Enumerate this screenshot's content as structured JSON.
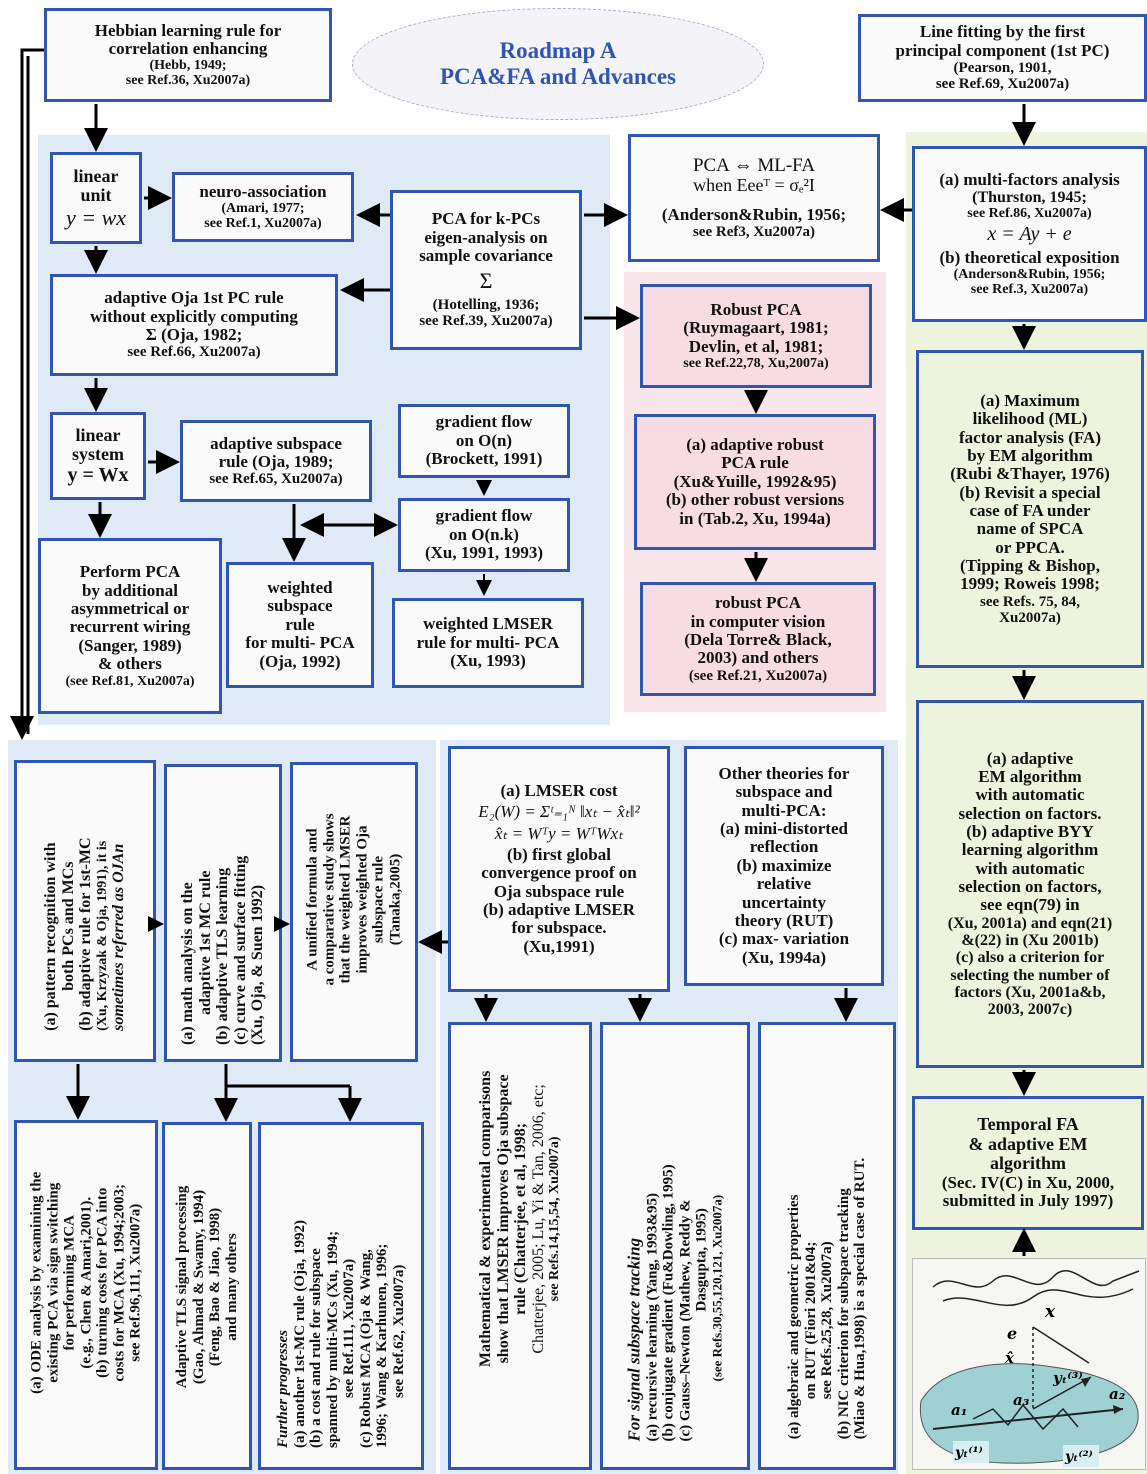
{
  "title": {
    "line1": "Roadmap A",
    "line2": "PCA&FA and Advances"
  },
  "top_left": [
    "Hebbian learning  rule for",
    "correlation enhancing",
    "(Hebb, 1949;",
    "see Ref.36, Xu2007a)"
  ],
  "top_right": [
    "Line fitting by the first",
    "principal component (1st PC)",
    "(Pearson, 1901,",
    "see Ref.69, Xu2007a)"
  ],
  "linear_unit": [
    "linear",
    "unit",
    "y = wx"
  ],
  "neuro_association": [
    "neuro-association",
    "(Amari, 1977;",
    "see Ref.1, Xu2007a)"
  ],
  "pca_kpcs": [
    "PCA for k-PCs",
    "eigen-analysis on",
    "sample covariance",
    "Σ",
    "(Hotelling, 1936;",
    "see Ref.39, Xu2007a)"
  ],
  "pca_mlfa": [
    "PCA ⇔   ML-FA",
    "when  Eeeᵀ = σₑ²I",
    "(Anderson&Rubin, 1956;",
    "see Ref3, Xu2007a)"
  ],
  "multi_factors": [
    "(a) multi-factors analysis",
    "(Thurston, 1945;",
    "see Ref.86, Xu2007a)",
    "x = Ay + e",
    "(b) theoretical exposition",
    "(Anderson&Rubin, 1956;",
    "see Ref.3, Xu2007a)"
  ],
  "oja_rule": [
    "adaptive Oja 1st PC rule",
    "without explicitly computing",
    "Σ        (Oja, 1982;",
    "see Ref.66, Xu2007a)"
  ],
  "robust_pca": [
    "Robust PCA",
    "(Ruymagaart, 1981;",
    "Devlin, et al, 1981;",
    "see Ref.22,78, Xu,2007a)"
  ],
  "ml_fa": [
    "(a) Maximum",
    "likelihood (ML)",
    "factor analysis (FA)",
    "by EM algorithm",
    "(Rubi &Thayer, 1976)",
    "(b) Revisit a special",
    "case of  FA under",
    "name of SPCA",
    "or PPCA.",
    "(Tipping & Bishop,",
    "1999; Roweis 1998;",
    "see Refs. 75, 84,",
    "Xu2007a)"
  ],
  "linear_system": [
    "linear",
    "system",
    "y = Wx"
  ],
  "adaptive_subspace": [
    "adaptive subspace",
    "rule (Oja, 1989;",
    "see Ref.65, Xu2007a)"
  ],
  "gradient_on": [
    "gradient flow",
    "on O(n)",
    "(Brockett, 1991)"
  ],
  "gradient_onk": [
    "gradient flow",
    "on O(n.k)",
    "(Xu, 1991, 1993)"
  ],
  "adaptive_robust": [
    "(a) adaptive robust",
    "PCA rule",
    "(Xu&Yuille, 1992&95)",
    "(b) other robust  versions",
    "in (Tab.2, Xu, 1994a)"
  ],
  "perform_pca": [
    "Perform PCA",
    "by additional",
    "asymmetrical or",
    "recurrent wiring",
    "(Sanger, 1989)",
    "& others",
    "(see Ref.81, Xu2007a)"
  ],
  "weighted_subspace": [
    "weighted",
    "subspace",
    "rule",
    "for multi- PCA",
    "(Oja, 1992)"
  ],
  "weighted_lmser": [
    "weighted LMSER",
    "rule for multi- PCA",
    "(Xu, 1993)"
  ],
  "robust_cv": [
    "robust PCA",
    "in computer vision",
    "(Dela Torre& Black,",
    "2003) and others",
    "(see Ref.21, Xu2007a)"
  ],
  "adaptive_em": [
    "(a) adaptive",
    "EM algorithm",
    "with automatic",
    "selection on factors.",
    "(b) adaptive BYY",
    "learning algorithm",
    "with automatic",
    "selection on factors,",
    "see eqn(79) in",
    "(Xu, 2001a) and eqn(21)",
    "&(22) in (Xu 2001b)",
    "(c) also a criterion for",
    "selecting the number of",
    "factors (Xu, 2001a&b,",
    "2003, 2007c)"
  ],
  "temporal_fa": [
    "Temporal FA",
    "& adaptive EM",
    "algorithm",
    "(Sec. IV(C) in Xu, 2000,",
    "submitted in July 1997)"
  ],
  "lmser_cost": [
    "(a)       LMSER cost",
    "E₂(W) = Σᵗ₌₁ᴺ ‖xₜ − x̂ₜ‖²",
    "x̂ₜ = Wᵀy = WᵀWxₜ",
    "(b) first global",
    "convergence proof on",
    "Oja subspace rule",
    "(b) adaptive LMSER",
    "for subspace.",
    "(Xu,1991)"
  ],
  "other_theories": [
    "Other theories for",
    "subspace and",
    "multi-PCA:",
    "(a) mini-distorted",
    "reflection",
    "(b) maximize",
    "relative",
    "uncertainty",
    "theory (RUT)",
    "(c) max- variation",
    "(Xu, 1994a)"
  ],
  "v_pattern": [
    "(a)  pattern recognition with",
    "both PCs and MCs",
    "(b)  adaptive rule for 1st-MC",
    "(Xu, Krzyzak & Oja, 1991), it is",
    "sometimes referred as OJAn"
  ],
  "v_math": [
    "(a)   math analysis on the",
    "adaptive 1st MC rule",
    "(b) adaptive TLS learning",
    "(c) curve and surface fitting",
    "(Xu, Oja, & Suen 1992)"
  ],
  "v_unified": [
    "A unified formula and",
    "a comparative study shows",
    "that the weighted LMSER",
    "improves weighted Oja",
    "subspace rule",
    "(Tanaka,2005)"
  ],
  "v_ode": [
    "(a) ODE analysis by examining the",
    "existing PCA via sign switching",
    "for performing MCA",
    "(e.g., Chen & Amari,2001).",
    "(b) turning costs for PCA into",
    "costs for MCA (Xu, 1994;2003;",
    "see Ref.96,111, Xu2007a)"
  ],
  "v_tls": [
    "Adaptive TLS signal processing",
    "(Gao, Ahmad  &  Swamy, 1994)",
    "(Feng, Bao & Jiao, 1998)",
    "and many others"
  ],
  "v_further": [
    "Further progresses",
    "(a) another 1st-MC rule (Oja, 1992)",
    "(b) a cost and rule for subspace",
    "spanned by multi-MCs (Xu, 1994;",
    "see Ref.111, Xu2007a)",
    "(c) Robust MCA (Oja & Wang,",
    "1996; Wang & Karhunen, 1996;",
    "see Ref.62, Xu2007a)"
  ],
  "v_math_exp": [
    "Mathematical & experimental comparisons",
    "show that LMSER improves Oja subspace",
    "rule (Chatterjee, et al, 1998;",
    "Chatterjee, 2005;  Lu, Yi & Tan, 2006, etc;",
    "see Refs.14,15,54,  Xu2007a)"
  ],
  "v_tracking": [
    "For signal subspace tracking",
    "(a) recursive learning (Yang, 1993&95)",
    "(b) conjugate gradient (Fu&Dowling, 1995)",
    "(c) Gauss–Newton (Mathew, Reddy &",
    "Dasgupta, 1995)",
    "(see Refs.30,55,120,121, Xu2007a)"
  ],
  "v_algebraic": [
    "(a)  algebraic and geometric properties",
    "on RUT (Fiori 2001&04;",
    "see Refs.25,28, Xu2007a)",
    "(b) NIC criterion for subspace tracking",
    "(Miao & Hua,1998)  is a special case of RUT."
  ],
  "figure_labels": {
    "x": "x",
    "e": "e",
    "xhat": "x̂",
    "a1": "a₁",
    "a2": "a₂",
    "a3": "a₃",
    "yt3": "yₜ⁽³⁾",
    "yt1": "yₜ⁽¹⁾",
    "yt2": "yₜ⁽²⁾"
  },
  "colors": {
    "border": "#2f56b3",
    "blue_region": "#dfeaf6",
    "green_region": "#eef3de",
    "pink_region": "#f9e6ea",
    "title": "#2f56b3"
  }
}
